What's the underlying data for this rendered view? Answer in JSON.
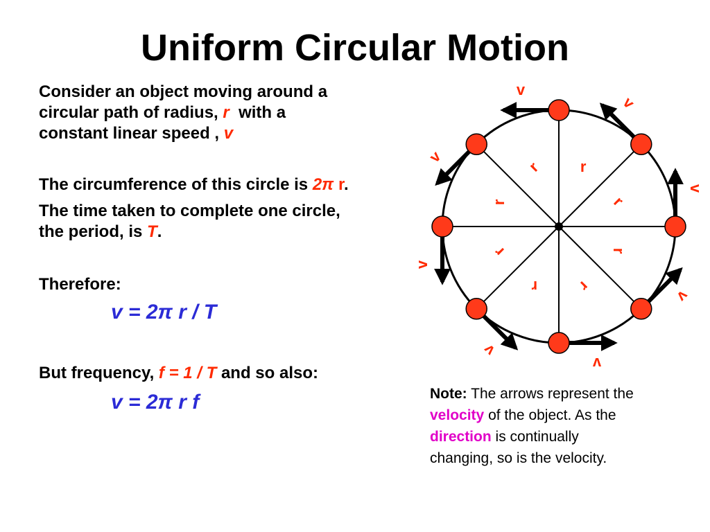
{
  "title": "Uniform Circular Motion",
  "intro": {
    "line1": "Consider an object moving around a",
    "line2_pre": "circular path of radius,",
    "line2_r": "r",
    "line2_post": "with a",
    "line3_pre": "constant linear speed ,",
    "line3_v": "v"
  },
  "circumference": {
    "pre": "The circumference of this circle is",
    "value_2pi": "2π",
    "value_r": "r",
    "post": "."
  },
  "period": {
    "line1": "The time taken to complete one circle,",
    "line2_pre": "the period, is",
    "line2_T": "T",
    "line2_post": "."
  },
  "therefore": "Therefore:",
  "equation1": "v = 2π r / T",
  "frequency": {
    "pre": "But frequency,",
    "formula": "f = 1 / T",
    "post": "and so also:"
  },
  "equation2": "v = 2π r f",
  "note": {
    "label": "Note:",
    "t1": "The arrows represent the",
    "velocity_word": "velocity",
    "t2": "of the object. As the",
    "direction_word": "direction",
    "t3": "is continually",
    "t4": "changing, so is the velocity."
  },
  "diagram": {
    "velocity_label": "v",
    "radius_label": "r",
    "colors": {
      "object": "#ff3a1a",
      "labels": "#ff2a00",
      "lines": "#000000"
    }
  }
}
